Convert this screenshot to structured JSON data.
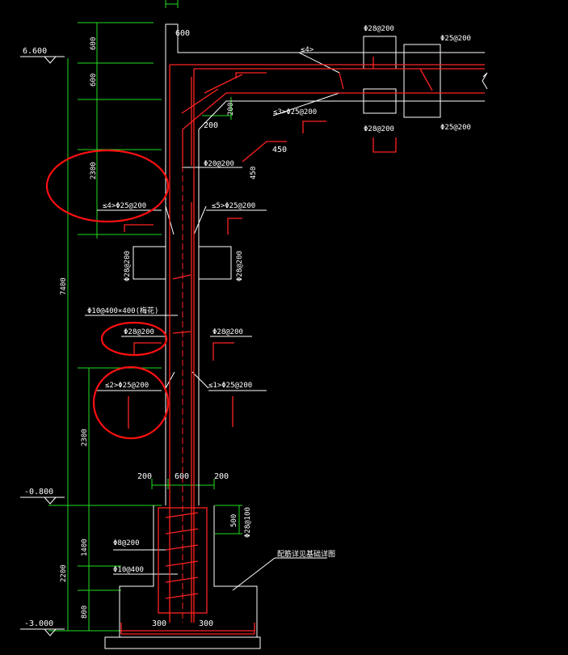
{
  "elevations": {
    "top": "6.600",
    "ground": "-0.800",
    "base": "-3.000"
  },
  "dims_left": {
    "d600": "600",
    "d600b": "600",
    "d2300a": "2300",
    "d7400": "7400",
    "d2300b": "2300",
    "d1400": "1400",
    "d2200": "2200",
    "d800": "800"
  },
  "dims_col": {
    "top600": "600",
    "w200a": "200",
    "w600": "600",
    "w200b": "200",
    "h500": "500",
    "f300a": "300",
    "f300b": "300",
    "h200": "200",
    "b200": "200",
    "d450a": "450",
    "d450b": "450"
  },
  "rebar": {
    "beam_top_left": "Φ28@200",
    "beam_top_right": "Φ25@200",
    "beam_bot_left": "Φ28@200",
    "beam_bot_right": "Φ25@200",
    "bar4_top": "≤4>",
    "bar3": "≤3>Φ25@200",
    "haunch": "Φ20@200",
    "bar4": "≤4>Φ25@200",
    "bar5": "≤5>Φ25@200",
    "side_left": "Φ28@200",
    "side_right": "Φ28@200",
    "stirrup": "Φ10@400×400(梅花)",
    "mid_left": "Φ28@200",
    "mid_right": "Φ28@200",
    "bar2": "≤2>Φ25@200",
    "bar1": "≤1>Φ25@200",
    "found_side": "Φ28@100",
    "found_a": "Φ8@200",
    "found_b": "Φ10@400",
    "note": "配筋详见基础详图"
  }
}
